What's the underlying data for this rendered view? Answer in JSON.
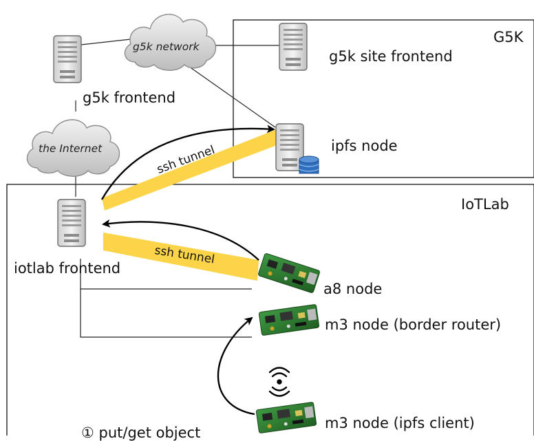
{
  "regions": {
    "g5k": "G5K",
    "iotlab": "IoTLab"
  },
  "clouds": {
    "g5k_network": "g5k network",
    "internet": "the Internet"
  },
  "nodes": {
    "g5k_frontend": "g5k frontend",
    "g5k_site_frontend": "g5k site frontend",
    "ipfs_node": "ipfs node",
    "iotlab_frontend": "iotlab frontend",
    "a8_node": "a8 node",
    "m3_border_router": "m3 node (border router)",
    "m3_ipfs_client": "m3 node (ipfs client)"
  },
  "tunnels": {
    "upper": "ssh tunnel",
    "lower": "ssh tunnel"
  },
  "action": {
    "put_get": "① put/get object"
  },
  "colors": {
    "tunnel": "#fbd44a",
    "board": "#2e7d32",
    "server_body": "#e8e8e8",
    "database": "#2f6fc0"
  }
}
